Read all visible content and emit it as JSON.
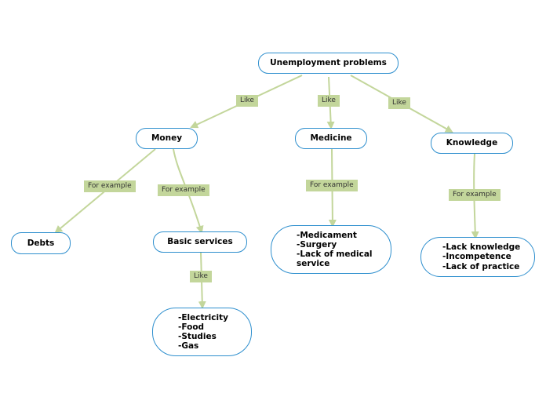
{
  "theme": {
    "node_border": "#2e8fce",
    "edge": "#c3d69b",
    "label_bg": "#c3d69b"
  },
  "nodes": {
    "root": "Unemployment problems",
    "money": "Money",
    "medicine": "Medicine",
    "knowledge": "Knowledge",
    "debts": "Debts",
    "basic_services": "Basic services",
    "utilities": [
      "-Electricity",
      "-Food",
      "-Studies",
      "-Gas"
    ],
    "medical_items": [
      "-Medicament",
      "-Surgery",
      "-Lack of medical",
      "service"
    ],
    "knowledge_items": [
      "-Lack knowledge",
      "-Incompetence",
      "-Lack of practice"
    ]
  },
  "links": {
    "root_money": "Like",
    "root_medicine": "Like",
    "root_knowledge": "Like",
    "money_debts": "For example",
    "money_basic": "For example",
    "basic_utilities": "Like",
    "medicine_items": "For example",
    "knowledge_items": "For example"
  }
}
